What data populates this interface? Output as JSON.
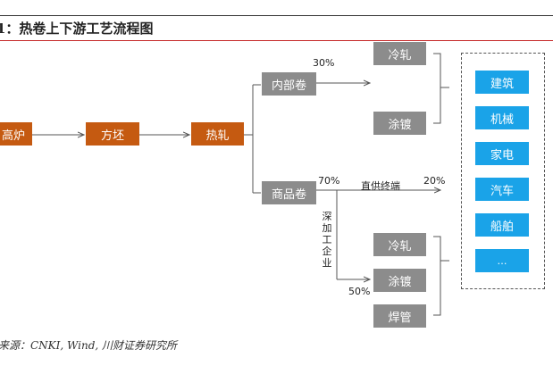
{
  "header": {
    "title": "1：热卷上下游工艺流程图"
  },
  "source": "来源：CNKI, Wind, 川财证券研究所",
  "nodes": {
    "blast_furnace": "高炉",
    "billet": "方坯",
    "hot_rolling": "热轧",
    "internal_coil": "内部卷",
    "commercial_coil": "商品卷",
    "cold_rolling_top": "冷轧",
    "coating_top": "涂镀",
    "cold_rolling_bottom": "冷轧",
    "coating_bottom": "涂镀",
    "welded_pipe": "焊管"
  },
  "end_uses": [
    "建筑",
    "机械",
    "家电",
    "汽车",
    "船舶",
    "…"
  ],
  "labels": {
    "internal_pct": "30%",
    "commercial_pct": "70%",
    "direct_supply": "直供终端",
    "direct_pct": "20%",
    "deep_processing": [
      "深",
      "加",
      "工",
      "企",
      "业"
    ],
    "deep_pct": "50%"
  },
  "colors": {
    "main_flow": "#c55a11",
    "process": "#8c8c8c",
    "end_use": "#1aa3e8",
    "title_rule": "#c62828"
  }
}
